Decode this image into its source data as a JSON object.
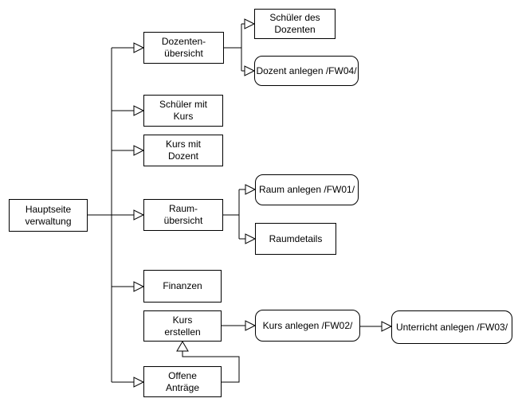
{
  "diagram": {
    "type": "flowchart",
    "background_color": "#ffffff",
    "node_fill": "#ffffff",
    "node_stroke": "#000000",
    "text_color": "#000000",
    "nodes": [
      {
        "id": "hauptseite-verwaltung",
        "label": "Hauptseite\nverwaltung",
        "shape": "rectangle"
      },
      {
        "id": "dozenten-uebersicht",
        "label": "Dozenten-\nübersicht",
        "shape": "rectangle"
      },
      {
        "id": "schueler-des-dozenten",
        "label": "Schüler des\nDozenten",
        "shape": "rectangle"
      },
      {
        "id": "dozent-anlegen-fw04",
        "label": "Dozent anlegen /FW04/",
        "shape": "rounded"
      },
      {
        "id": "schueler-mit-kurs",
        "label": "Schüler mit\nKurs",
        "shape": "rectangle"
      },
      {
        "id": "kurs-mit-dozent",
        "label": "Kurs mit\nDozent",
        "shape": "rectangle"
      },
      {
        "id": "raum-uebersicht",
        "label": "Raum-\nübersicht",
        "shape": "rectangle"
      },
      {
        "id": "raum-anlegen-fw01",
        "label": "Raum anlegen /FW01/",
        "shape": "rounded"
      },
      {
        "id": "raumdetails",
        "label": "Raumdetails",
        "shape": "rectangle"
      },
      {
        "id": "finanzen",
        "label": "Finanzen",
        "shape": "rectangle"
      },
      {
        "id": "kurs-erstellen",
        "label": "Kurs\nerstellen",
        "shape": "rectangle"
      },
      {
        "id": "kurs-anlegen-fw02",
        "label": "Kurs anlegen /FW02/",
        "shape": "rounded"
      },
      {
        "id": "unterricht-anlegen-fw03",
        "label": "Unterricht anlegen /FW03/",
        "shape": "rounded"
      },
      {
        "id": "offene-antraege",
        "label": "Offene\nAnträge",
        "shape": "rectangle"
      }
    ],
    "edges": [
      {
        "from": "hauptseite-verwaltung",
        "to": "dozenten-uebersicht"
      },
      {
        "from": "hauptseite-verwaltung",
        "to": "schueler-mit-kurs"
      },
      {
        "from": "hauptseite-verwaltung",
        "to": "kurs-mit-dozent"
      },
      {
        "from": "hauptseite-verwaltung",
        "to": "raum-uebersicht"
      },
      {
        "from": "hauptseite-verwaltung",
        "to": "finanzen"
      },
      {
        "from": "hauptseite-verwaltung",
        "to": "offene-antraege"
      },
      {
        "from": "dozenten-uebersicht",
        "to": "schueler-des-dozenten"
      },
      {
        "from": "dozenten-uebersicht",
        "to": "dozent-anlegen-fw04"
      },
      {
        "from": "raum-uebersicht",
        "to": "raum-anlegen-fw01"
      },
      {
        "from": "raum-uebersicht",
        "to": "raumdetails"
      },
      {
        "from": "kurs-erstellen",
        "to": "kurs-anlegen-fw02"
      },
      {
        "from": "kurs-anlegen-fw02",
        "to": "unterricht-anlegen-fw03"
      },
      {
        "from": "offene-antraege",
        "to": "kurs-erstellen"
      }
    ]
  }
}
